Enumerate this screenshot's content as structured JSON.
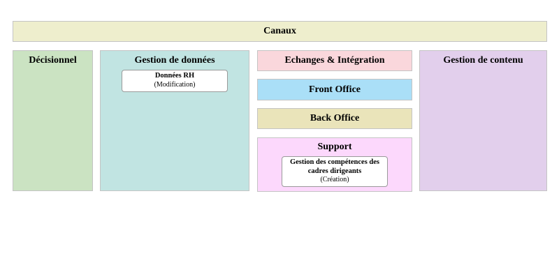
{
  "top_bar": {
    "label": "Canaux",
    "bg": "#eeeecd"
  },
  "zones": {
    "decisionnel": {
      "label": "Décisionnel",
      "bg": "#cbe3c2"
    },
    "gestion_de_donnees": {
      "label": "Gestion de données",
      "bg": "#c1e4e2",
      "item": {
        "title": "Données RH",
        "status": "(Modification)"
      }
    },
    "echanges_integration": {
      "label": "Echanges & Intégration",
      "bg": "#fad7dc"
    },
    "front_office": {
      "label": "Front Office",
      "bg": "#aadff7"
    },
    "back_office": {
      "label": "Back Office",
      "bg": "#eae4ba"
    },
    "support": {
      "label": "Support",
      "bg": "#fcd8fc",
      "item": {
        "title": "Gestion des compétences des cadres dirigeants",
        "status": "(Création)"
      }
    },
    "gestion_de_contenu": {
      "label": "Gestion de contenu",
      "bg": "#e2cfec"
    }
  },
  "colors": {
    "zone_border": "#c4c4c4",
    "card_border": "#9a9a9a",
    "card_bg": "#ffffff",
    "text": "#000000",
    "page_bg": "#ffffff"
  }
}
